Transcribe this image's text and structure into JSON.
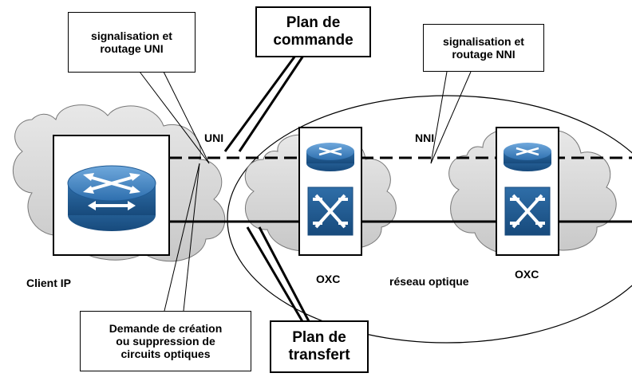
{
  "labels": {
    "uni_signal_line1": "signalisation et",
    "uni_signal_line2": "routage UNI",
    "command_plane_line1": "Plan de",
    "command_plane_line2": "commande",
    "nni_signal_line1": "signalisation et",
    "nni_signal_line2": "routage NNI",
    "uni": "UNI",
    "nni": "NNI",
    "client_ip": "Client IP",
    "oxc_left": "OXC",
    "oxc_right": "OXC",
    "optical_network": "réseau optique",
    "request_line1": "Demande de création",
    "request_line2": "ou suppression de",
    "request_line3": "circuits optiques",
    "transfer_plane_line1": "Plan de",
    "transfer_plane_line2": "transfert"
  },
  "colors": {
    "router_blue": "#3d7fc0",
    "router_dark": "#1f5a94",
    "cloud_gray": "#d9d9d9",
    "line": "#000000"
  }
}
